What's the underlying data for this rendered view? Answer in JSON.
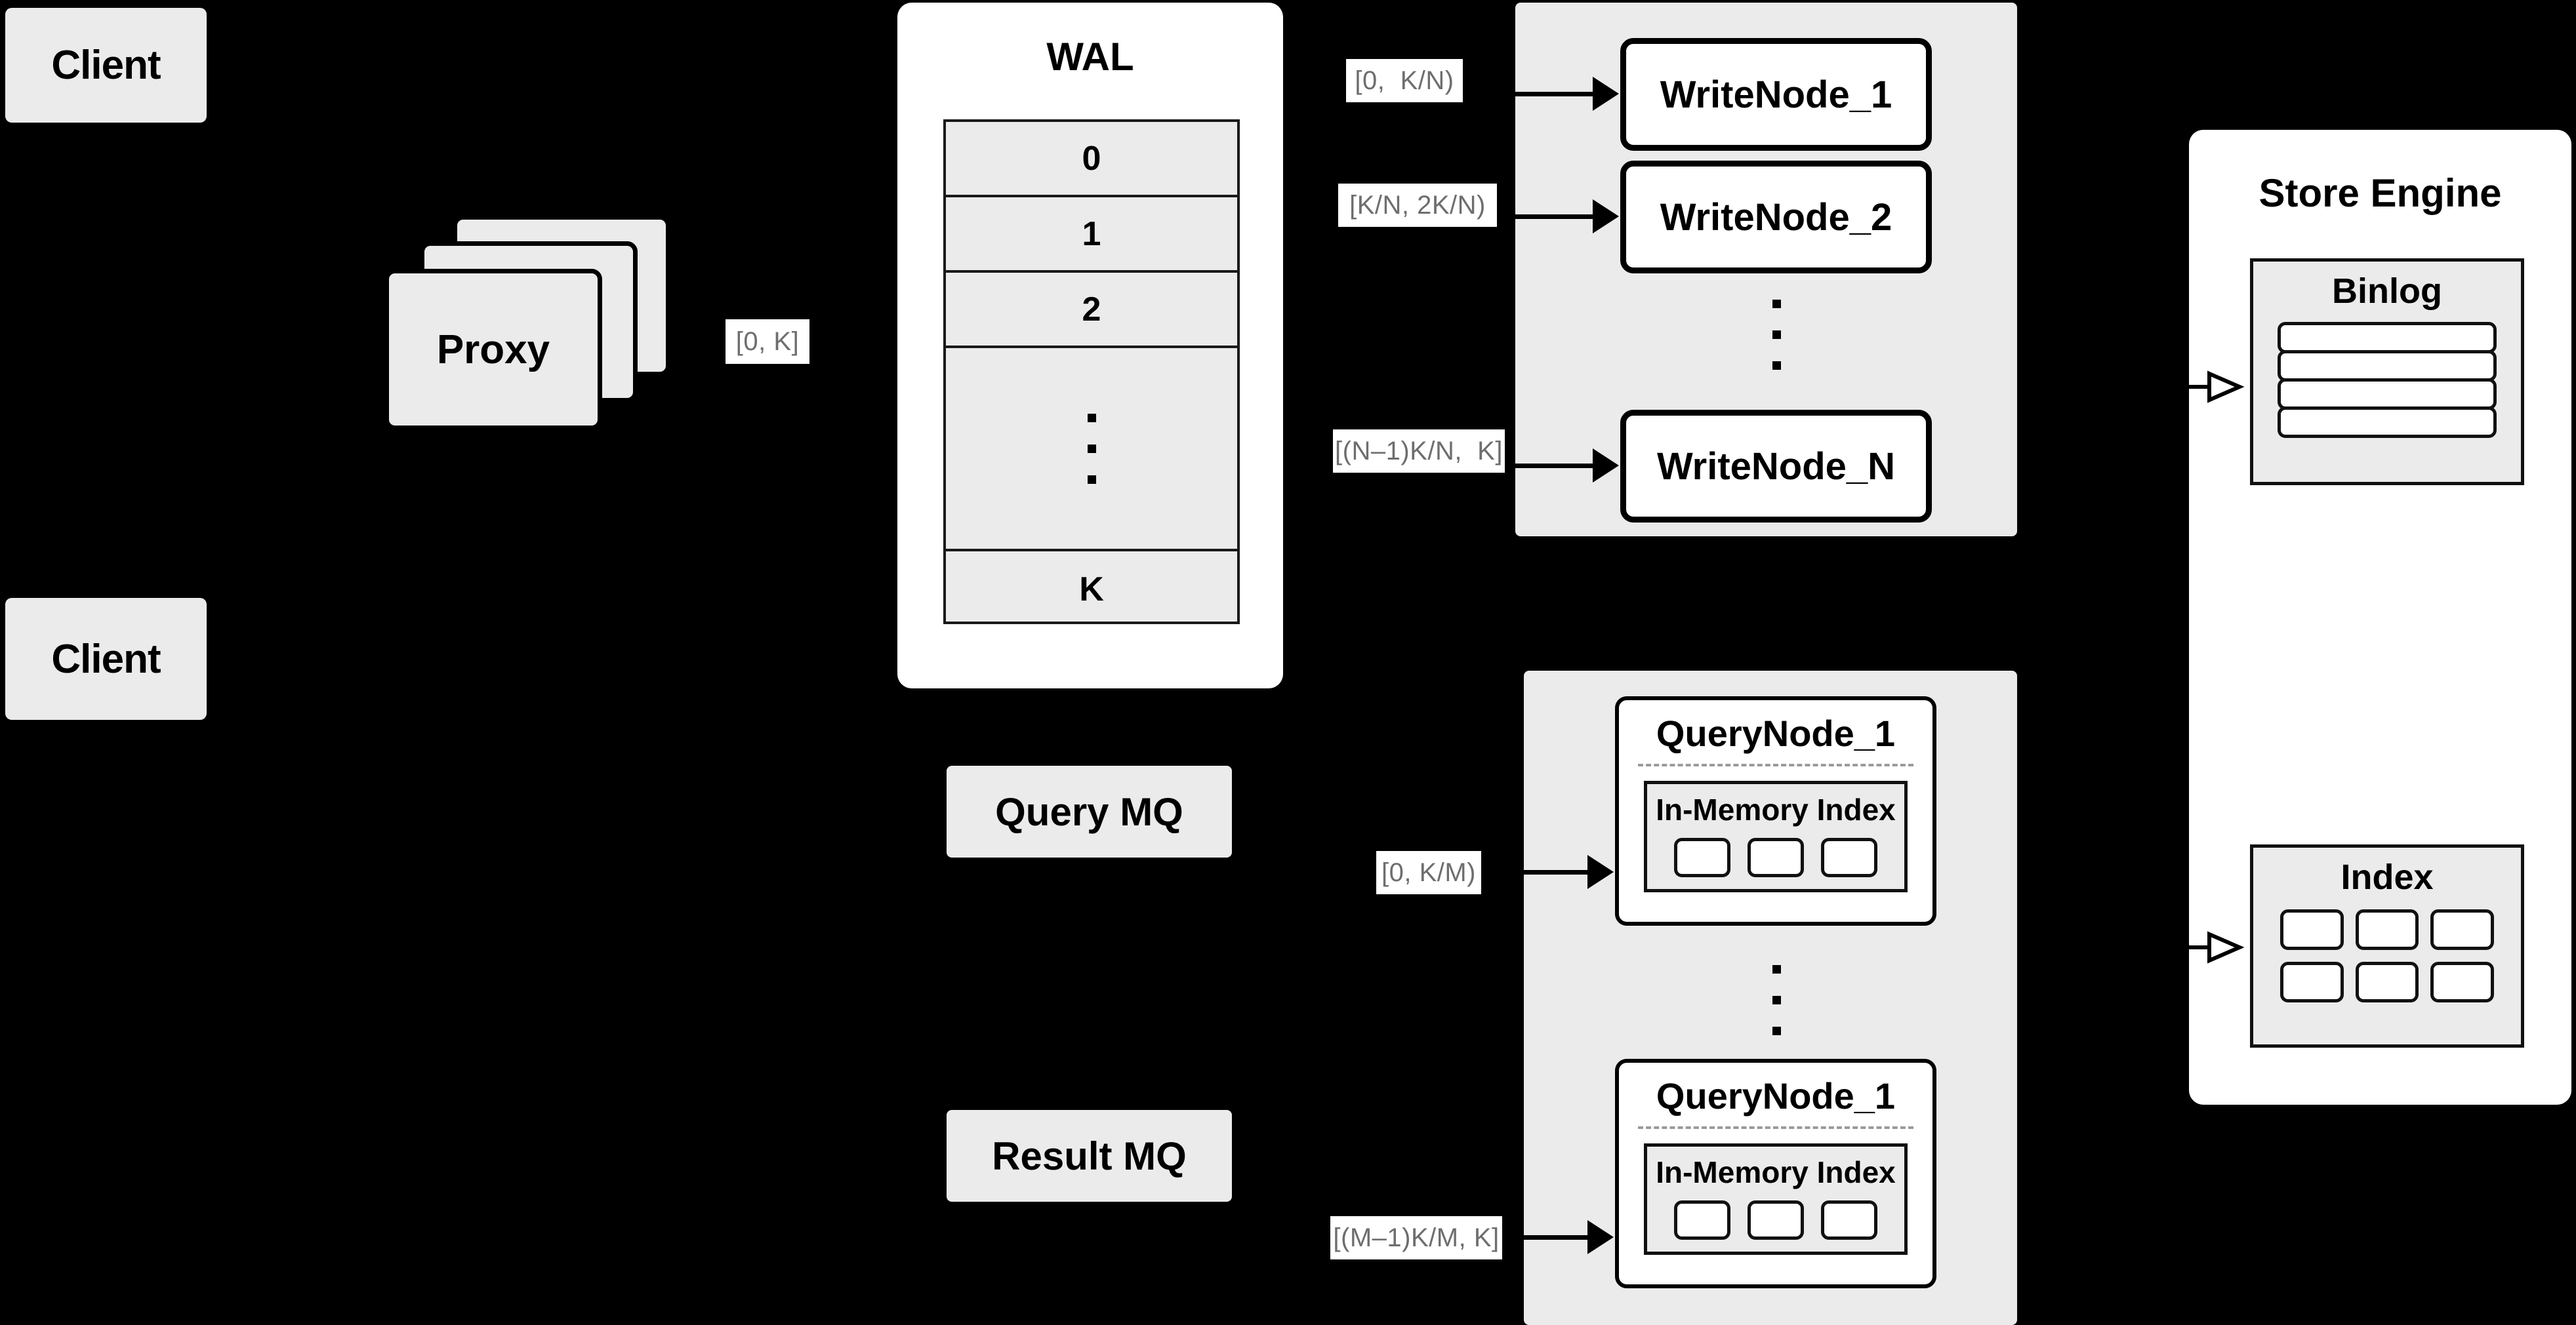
{
  "diagram": {
    "title": "Distributed write/query architecture",
    "background": "#000000",
    "box_fill": "#ebebeb",
    "card_fill": "#ffffff",
    "label_text_color": "#6e6e6e",
    "stroke": "#000000"
  },
  "clients": [
    {
      "label": "Client"
    },
    {
      "label": "Client"
    }
  ],
  "proxy": {
    "label": "Proxy",
    "stack_count": 3,
    "out_range_label": "[0, K]"
  },
  "wal": {
    "title": "WAL",
    "rows": [
      "0",
      "1",
      "2",
      "⋮",
      "K"
    ],
    "dots_row_index": 3
  },
  "write_panel": {
    "nodes": [
      {
        "label": "WriteNode_1",
        "range": "[0,  K/N)"
      },
      {
        "label": "WriteNode_2",
        "range": "[K/N, 2K/N)"
      },
      {
        "label": "WriteNode_N",
        "range": "[(N–1)K/N,  K]"
      }
    ],
    "ellipsis": "⋮"
  },
  "query_panel": {
    "nodes": [
      {
        "label": "QueryNode_1",
        "range": "[0, K/M)",
        "in_memory_index": {
          "title": "In-Memory Index",
          "cells": 3
        }
      },
      {
        "label": "QueryNode_1",
        "range": "[(M–1)K/M, K]",
        "in_memory_index": {
          "title": "In-Memory Index",
          "cells": 3
        }
      }
    ],
    "ellipsis": "⋮"
  },
  "message_queues": [
    {
      "label": "Query MQ"
    },
    {
      "label": "Result MQ"
    }
  ],
  "store_engine": {
    "title": "Store Engine",
    "binlog": {
      "title": "Binlog",
      "rows": 4
    },
    "index": {
      "title": "Index",
      "cells": 6,
      "columns": 3
    }
  }
}
